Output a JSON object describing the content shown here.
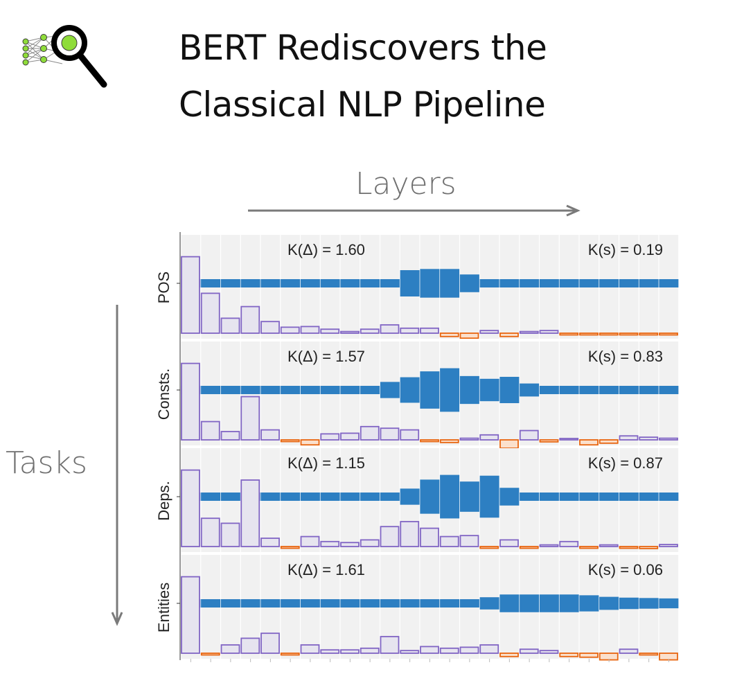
{
  "title": {
    "line1": "BERT Rediscovers the",
    "line2": "Classical NLP Pipeline"
  },
  "axes": {
    "horizontal_label": "Layers",
    "vertical_label": "Tasks"
  },
  "icons": {
    "logo": "neural-network-magnifier-logo"
  },
  "colors": {
    "blue": "#2d7fc2",
    "purple_stroke": "#8064c4",
    "purple_fill": "#e6e4ef",
    "orange": "#e8650f",
    "panel_bg": "#f1f1f1",
    "arrow": "#7a7a7a"
  },
  "chart_data": {
    "type": "bar",
    "layers": 25,
    "panels": [
      {
        "task": "POS",
        "k_delta": "K(Δ) = 1.60",
        "k_s": "K(s) = 0.19",
        "blue_width": [
          1.0,
          1.0,
          1.0,
          1.0,
          1.0,
          1.0,
          1.0,
          1.0,
          1.0,
          1.0,
          1.0,
          3.3,
          3.6,
          3.6,
          2.2,
          1.0,
          1.0,
          1.0,
          1.0,
          1.0,
          1.0,
          1.0,
          1.0,
          1.0,
          1.0
        ],
        "delta": [
          2.3,
          1.2,
          0.45,
          0.8,
          0.35,
          0.18,
          0.2,
          0.12,
          0.05,
          0.12,
          0.25,
          0.15,
          0.15,
          -0.1,
          -0.15,
          0.08,
          -0.1,
          0.05,
          0.08,
          -0.05,
          -0.03,
          -0.02,
          -0.03,
          -0.02,
          -0.03
        ]
      },
      {
        "task": "Consts.",
        "k_delta": "K(Δ) = 1.57",
        "k_s": "K(s) = 0.83",
        "blue_width": [
          1.0,
          1.0,
          1.0,
          1.0,
          1.0,
          1.0,
          1.0,
          1.0,
          1.0,
          1.0,
          2.0,
          3.2,
          4.7,
          5.5,
          3.5,
          2.8,
          3.3,
          1.6,
          1.0,
          1.0,
          1.0,
          1.0,
          1.0,
          1.0,
          1.0
        ],
        "delta": [
          2.3,
          0.55,
          0.25,
          1.3,
          0.3,
          -0.05,
          -0.15,
          0.18,
          0.2,
          0.4,
          0.35,
          0.3,
          -0.05,
          -0.08,
          0.05,
          0.15,
          -0.25,
          0.28,
          -0.06,
          0.04,
          -0.15,
          -0.1,
          0.12,
          0.08,
          0.05
        ]
      },
      {
        "task": "Deps.",
        "k_delta": "K(Δ) = 1.15",
        "k_s": "K(s) = 0.87",
        "blue_width": [
          1.0,
          1.0,
          1.0,
          1.0,
          1.0,
          1.0,
          1.0,
          1.0,
          1.0,
          1.0,
          1.0,
          2.0,
          4.3,
          5.5,
          3.8,
          5.3,
          2.2,
          1.0,
          1.0,
          1.0,
          1.0,
          1.0,
          1.0,
          1.0,
          1.0
        ],
        "delta": [
          2.3,
          0.85,
          0.7,
          2.0,
          0.25,
          -0.05,
          0.3,
          0.15,
          0.12,
          0.2,
          0.6,
          0.75,
          0.55,
          0.3,
          0.33,
          -0.03,
          0.2,
          -0.02,
          0.05,
          0.15,
          -0.03,
          0.05,
          -0.05,
          -0.06,
          0.06
        ]
      },
      {
        "task": "Entities",
        "k_delta": "K(Δ) = 1.61",
        "k_s": "K(s) = 0.06",
        "blue_width": [
          1.0,
          1.0,
          1.0,
          1.0,
          1.0,
          1.0,
          1.0,
          1.0,
          1.0,
          1.0,
          1.0,
          1.0,
          1.0,
          1.0,
          1.0,
          1.5,
          2.2,
          2.2,
          2.2,
          2.2,
          2.0,
          1.6,
          1.4,
          1.3,
          1.2
        ],
        "delta": [
          2.3,
          -0.05,
          0.25,
          0.45,
          0.6,
          -0.03,
          0.25,
          0.1,
          0.1,
          0.15,
          0.5,
          0.08,
          0.2,
          0.15,
          0.18,
          0.25,
          -0.1,
          0.12,
          0.08,
          -0.1,
          -0.12,
          -0.2,
          0.12,
          -0.05,
          -0.2
        ]
      }
    ]
  }
}
